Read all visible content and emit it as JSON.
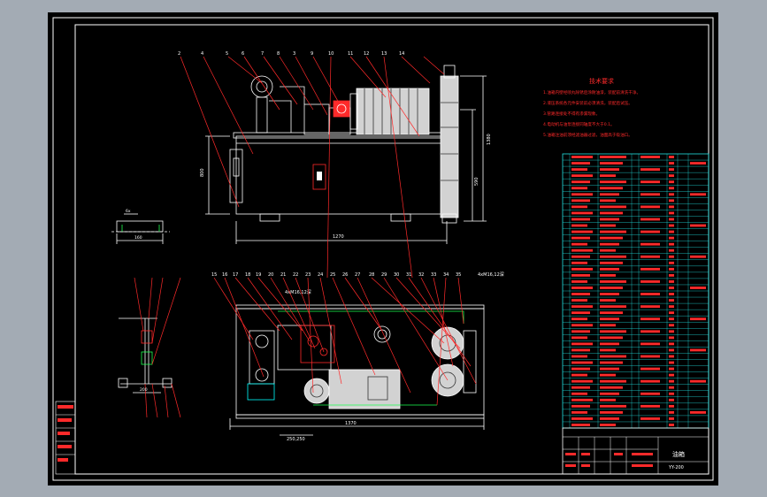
{
  "drawing": {
    "tech_title": "技术要求",
    "tech_notes": [
      "1.油箱内壁经喷丸除锈后涂耐油漆，装配前清洗干净。",
      "2.液压系统各元件安装前必须清洗，装配后试压。",
      "3.管路连接处不得有渗漏现象。",
      "4.电动机与油泵连接同轴度不大于0.1。",
      "5.油箱注油前须经滤油器过滤，油面高于吸油口。"
    ],
    "title_block": {
      "name": "油箱",
      "code": "YY-200"
    },
    "dims": {
      "front_width": "1270",
      "plan_width": "1370",
      "height_a": "800",
      "height_b": "1380",
      "height_c": "590",
      "small_w": "160",
      "small_top": "6x",
      "pipe_note_1": "4xM16,12深",
      "pipe_note_2": "4xM16,12深",
      "bottom_dim": "250,250",
      "side_w": "200"
    },
    "balloons_front": [
      "2",
      "4",
      "5",
      "6",
      "7",
      "8",
      "3",
      "9",
      "10",
      "11",
      "12",
      "13",
      "14"
    ],
    "balloons_plan": [
      "15",
      "16",
      "17",
      "18",
      "19",
      "20",
      "21",
      "22",
      "23",
      "24",
      "25",
      "26",
      "27",
      "28",
      "29",
      "30",
      "31",
      "32",
      "33",
      "34",
      "35"
    ]
  },
  "colors": {
    "frame": "#ffffff",
    "drawing": "#ffffff",
    "leader": "#ff2a2a",
    "motor_fill": "#d2d2d2",
    "hatch": "#00ffff",
    "green": "#1dff4f",
    "table_line": "#22e0e0",
    "table_text": "#ff2a2a"
  }
}
